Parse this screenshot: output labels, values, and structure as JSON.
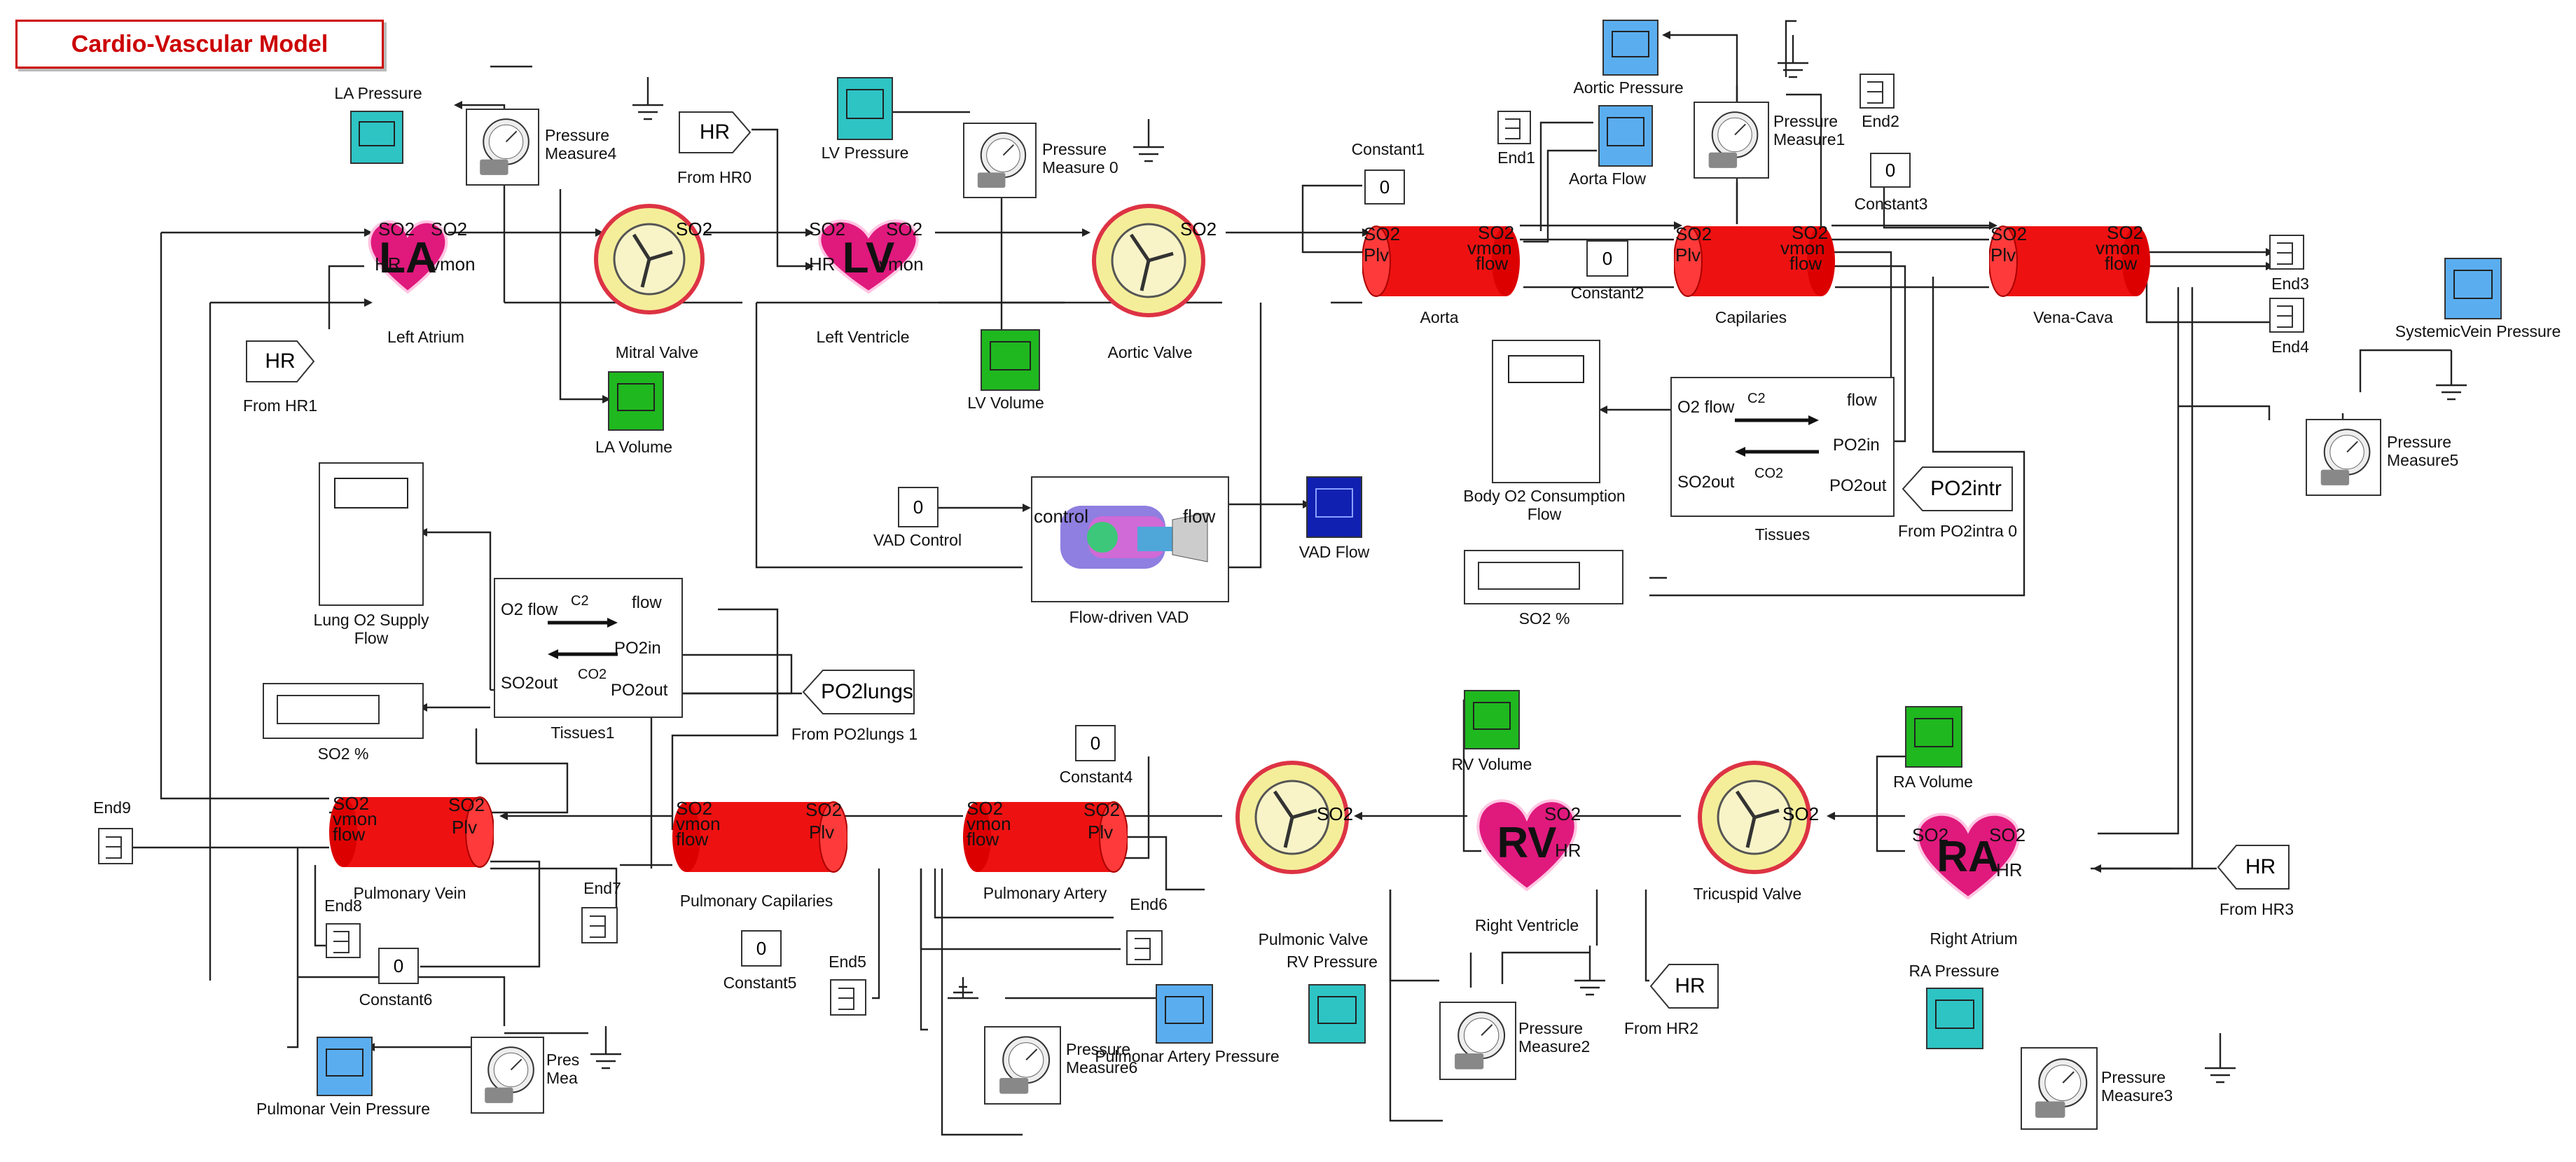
{
  "title": "Cardio-Vascular Model",
  "colors": {
    "pipe": "#ee1111",
    "heart": "#e0197d",
    "scope_cyan": "#2ec4c4",
    "scope_green": "#1fb81f",
    "scope_blue": "#5aaef0",
    "scope_navy": "#1020b0",
    "valve": "#f4ee9a"
  },
  "ports": {
    "so2": "SO2",
    "plv": "Plv",
    "vmon": "vmon",
    "flow": "flow",
    "hr": "HR",
    "control": "control",
    "o2flow": "O2 flow",
    "po2in": "PO2in",
    "so2out": "SO2out",
    "po2out": "PO2out",
    "c2": "C2",
    "co2": "CO2"
  },
  "hearts": {
    "la": "LA",
    "lv": "LV",
    "rv": "RV",
    "ra": "RA"
  },
  "labels": {
    "la_pressure": "LA Pressure",
    "pm4_a": "Pressure",
    "pm4_b": "Measure4",
    "from_hr0": "From HR0",
    "lv_pressure": "LV Pressure",
    "pm0_a": "Pressure",
    "pm0_b": "Measure 0",
    "aortic_pressure": "Aortic Pressure",
    "pm1_a": "Pressure",
    "pm1_b": "Measure1",
    "end2": "End2",
    "end1": "End1",
    "aorta_flow": "Aorta Flow",
    "constant1": "Constant1",
    "constant3": "Constant3",
    "constant2": "Constant2",
    "aorta": "Aorta",
    "capilaries": "Capilaries",
    "vena_cava": "Vena-Cava",
    "end3": "End3",
    "end4": "End4",
    "systemic_vein_pressure": "SystemicVein Pressure",
    "pm5_a": "Pressure",
    "pm5_b": "Measure5",
    "left_atrium": "Left Atrium",
    "from_hr1": "From HR1",
    "mitral_valve": "Mitral Valve",
    "la_volume": "LA Volume",
    "left_ventricle": "Left Ventricle",
    "lv_volume": "LV Volume",
    "aortic_valve": "Aortic Valve",
    "body_o2_a": "Body O2 Consumption",
    "body_o2_b": "Flow",
    "tissues": "Tissues",
    "from_po2intra": "From PO2intra 0",
    "so2_pct_right": "SO2 %",
    "vad_control": "VAD Control",
    "flow_vad": "Flow-driven VAD",
    "vad_flow": "VAD Flow",
    "lung_o2_a": "Lung O2 Supply",
    "lung_o2_b": "Flow",
    "tissues1": "Tissues1",
    "from_po2lungs": "From PO2lungs 1",
    "so2_pct_left": "SO2 %",
    "constant4": "Constant4",
    "rv_volume": "RV Volume",
    "ra_volume": "RA Volume",
    "end9": "End9",
    "pulmonary_vein": "Pulmonary Vein",
    "end8": "End8",
    "end7": "End7",
    "constant6": "Constant6",
    "pulmonary_capilaries": "Pulmonary Capilaries",
    "constant5": "Constant5",
    "end5": "End5",
    "pulmonary_artery": "Pulmonary Artery",
    "end6": "End6",
    "pulmonic_valve": "Pulmonic Valve",
    "rv_pressure": "RV Pressure",
    "right_ventricle": "Right Ventricle",
    "tricuspid_valve": "Tricuspid Valve",
    "right_atrium": "Right Atrium",
    "from_hr3": "From HR3",
    "from_hr2": "From HR2",
    "ra_pressure": "RA Pressure",
    "pm2_a": "Pressure",
    "pm2_b": "Measure2",
    "pm3_a": "Pressure",
    "pm3_b": "Measure3",
    "pm6_a": "Pressure",
    "pm6_b": "Measure6",
    "pulmonar_artery_pressure": "Pulmonar Artery Pressure",
    "pulmonar_vein_pressure": "Pulmonar Vein Pressure",
    "pm7_a": "Pres",
    "pm7_b": "Mea"
  },
  "constants": {
    "c0": "0",
    "c1": "0",
    "c2": "0",
    "c3": "0",
    "c4": "0",
    "c5": "0",
    "c6": "0"
  },
  "goto": {
    "hr0": "HR",
    "hr1": "HR",
    "hr2": "HR",
    "hr3": "HR",
    "po2intr": "PO2intr",
    "po2lungs": "PO2lungs"
  }
}
